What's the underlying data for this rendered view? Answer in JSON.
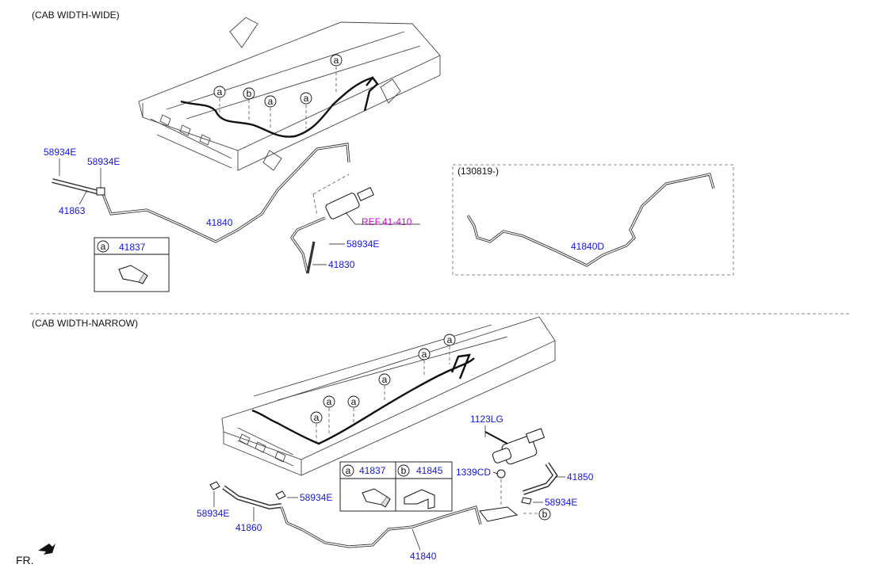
{
  "sections": {
    "wide_title": "(CAB WIDTH-WIDE)",
    "narrow_title": "(CAB WIDTH-NARROW)",
    "variant_title": "(130819-)"
  },
  "parts": {
    "p58934E": "58934E",
    "p41863": "41863",
    "p41840": "41840",
    "p41830": "41830",
    "p41840D": "41840D",
    "p41837": "41837",
    "p41845": "41845",
    "p41860": "41860",
    "p41850": "41850",
    "p1123LG": "1123LG",
    "p1339CD": "1339CD"
  },
  "reference": "REF.41-410",
  "callouts": {
    "a": "a",
    "b": "b"
  },
  "front_marker": "FR.",
  "colors": {
    "part_label": "#1515d8",
    "reference": "#c010c0",
    "line": "#111111"
  }
}
